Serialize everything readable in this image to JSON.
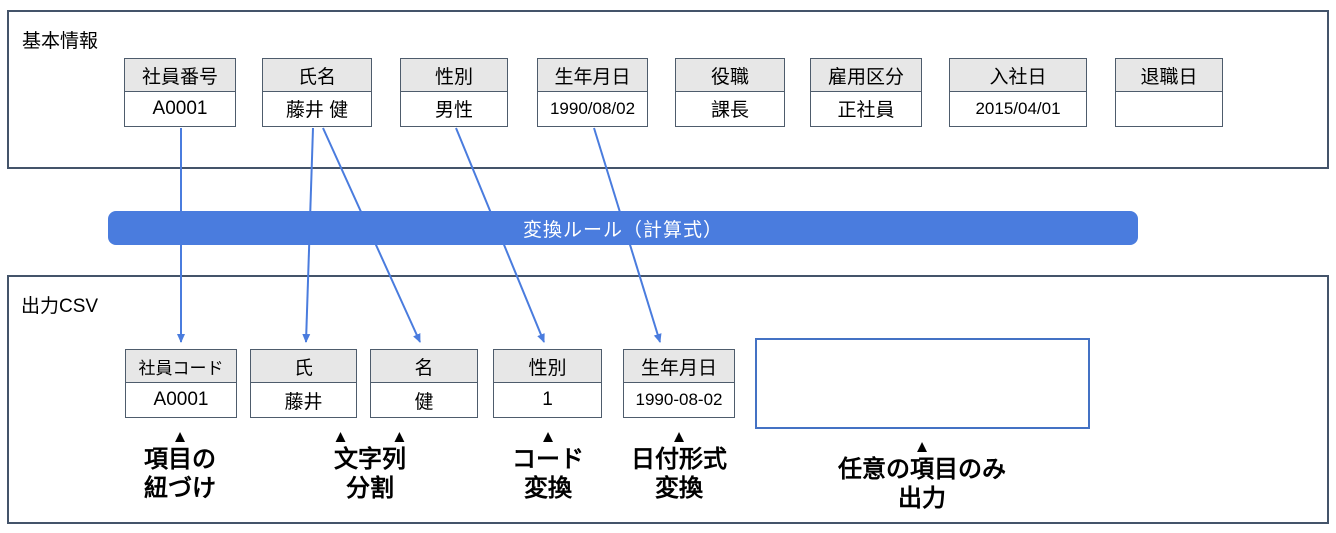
{
  "diagram": {
    "source_panel": {
      "title": "基本情報",
      "fields": [
        {
          "label": "社員番号",
          "value": "A0001"
        },
        {
          "label": "氏名",
          "value": "藤井 健"
        },
        {
          "label": "性別",
          "value": "男性"
        },
        {
          "label": "生年月日",
          "value": "1990/08/02"
        },
        {
          "label": "役職",
          "value": "課長"
        },
        {
          "label": "雇用区分",
          "value": "正社員"
        },
        {
          "label": "入社日",
          "value": "2015/04/01"
        },
        {
          "label": "退職日",
          "value": ""
        }
      ]
    },
    "transform_bar": {
      "label": "変換ルール（計算式）"
    },
    "output_panel": {
      "title": "出力CSV",
      "fields": [
        {
          "label": "社員コード",
          "value": "A0001"
        },
        {
          "label": "氏",
          "value": "藤井"
        },
        {
          "label": "名",
          "value": "健"
        },
        {
          "label": "性別",
          "value": "1"
        },
        {
          "label": "生年月日",
          "value": "1990-08-02"
        }
      ]
    },
    "annotations": [
      {
        "marker": "▲",
        "lines": [
          "項目の",
          "紐づけ"
        ]
      },
      {
        "marker": "▲",
        "lines": [
          "文字列",
          "分割"
        ]
      },
      {
        "marker": "▲",
        "lines": [
          "コード",
          "変換"
        ]
      },
      {
        "marker": "▲",
        "lines": [
          "日付形式",
          "変換"
        ]
      },
      {
        "marker": "▲",
        "lines": [
          "任意の項目のみ",
          "出力"
        ]
      }
    ],
    "colors": {
      "accent_blue": "#4a7cde",
      "optional_box_border": "#4472c4",
      "panel_border": "#44546a",
      "header_bg": "#e7e7e7"
    }
  }
}
